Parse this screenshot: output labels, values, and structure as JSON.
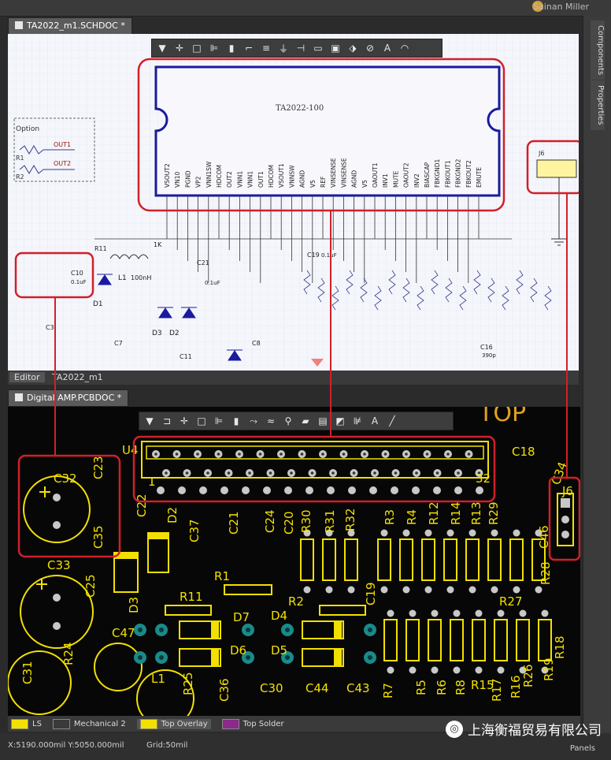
{
  "header": {
    "user_label": "Sainan Miller"
  },
  "side_tabs": [
    "Components",
    "Properties"
  ],
  "schematic": {
    "tab_label": "TA2022_m1.SCHDOC *",
    "ic_label": "TA2022-100",
    "option_label": "Option",
    "option_parts": [
      "R1",
      "R2"
    ],
    "option_net1": "OUT1",
    "option_net2": "OUT2",
    "connector_label": "J6",
    "pins_top": [
      "VSOUT2",
      "VN10",
      "PGND",
      "VP2",
      "VNN1SW",
      "HDCOM",
      "OUT2",
      "VNN1",
      "VNN1",
      "OUT1",
      "HDCOM",
      "VSOUT1",
      "VNNSW",
      "AGND",
      "V5",
      "REF",
      "VINSENSE",
      "VINSENSE",
      "AGND",
      "V5",
      "OAOUT1",
      "INV1",
      "MUTE",
      "OAOUT2",
      "INV2",
      "BIASCAP",
      "FBKGND1",
      "FBKOUT1",
      "FBKGND2",
      "FBKOUT2",
      "EMUTE"
    ],
    "labels": [
      {
        "id": "r11",
        "text": "R11"
      },
      {
        "id": "d1",
        "text": "D1"
      },
      {
        "id": "l1",
        "text": "L1"
      },
      {
        "id": "l1v",
        "text": "100nH"
      },
      {
        "id": "c10",
        "text": "C10"
      },
      {
        "id": "c10v",
        "text": "0.1uF"
      },
      {
        "id": "c21",
        "text": "C21"
      },
      {
        "id": "c21v",
        "text": "0.1uF"
      },
      {
        "id": "d3",
        "text": "D3"
      },
      {
        "id": "d2",
        "text": "D2"
      },
      {
        "id": "c11",
        "text": "C11"
      },
      {
        "id": "c16",
        "text": "C16"
      },
      {
        "id": "c16v",
        "text": "390p"
      },
      {
        "id": "c19",
        "text": "C19"
      },
      {
        "id": "c19v",
        "text": "0.1uF"
      },
      {
        "id": "k1",
        "text": "1K"
      },
      {
        "id": "c3",
        "text": "C3"
      },
      {
        "id": "c7",
        "text": "C7"
      },
      {
        "id": "c8",
        "text": "C8"
      }
    ],
    "status_tabs": [
      "Editor",
      "TA2022_m1"
    ]
  },
  "pcb": {
    "tab_label": "Digital AMP.PCBDOC *",
    "top_text": "TOP",
    "designators": [
      {
        "id": "u4",
        "text": "U4"
      },
      {
        "id": "p1",
        "text": "1"
      },
      {
        "id": "p32",
        "text": "32"
      },
      {
        "id": "c32",
        "text": "C32"
      },
      {
        "id": "c23",
        "text": "C23"
      },
      {
        "id": "c22",
        "text": "C22"
      },
      {
        "id": "c35",
        "text": "C35"
      },
      {
        "id": "c33",
        "text": "C33"
      },
      {
        "id": "c25",
        "text": "C25"
      },
      {
        "id": "d3",
        "text": "D3"
      },
      {
        "id": "d2",
        "text": "D2"
      },
      {
        "id": "c37",
        "text": "C37"
      },
      {
        "id": "c21",
        "text": "C21"
      },
      {
        "id": "c24",
        "text": "C24"
      },
      {
        "id": "c20",
        "text": "C20"
      },
      {
        "id": "r30",
        "text": "R30"
      },
      {
        "id": "r31",
        "text": "R31"
      },
      {
        "id": "r32",
        "text": "R32"
      },
      {
        "id": "r3",
        "text": "R3"
      },
      {
        "id": "r4",
        "text": "R4"
      },
      {
        "id": "r12",
        "text": "R12"
      },
      {
        "id": "r14",
        "text": "R14"
      },
      {
        "id": "r13",
        "text": "R13"
      },
      {
        "id": "r29",
        "text": "R29"
      },
      {
        "id": "c18",
        "text": "C18"
      },
      {
        "id": "c34",
        "text": "C34"
      },
      {
        "id": "j6",
        "text": "J6"
      },
      {
        "id": "c46",
        "text": "C46"
      },
      {
        "id": "r28",
        "text": "R28"
      },
      {
        "id": "r1",
        "text": "R1"
      },
      {
        "id": "r11",
        "text": "R11"
      },
      {
        "id": "r2",
        "text": "R2"
      },
      {
        "id": "c19",
        "text": "C19"
      },
      {
        "id": "r27",
        "text": "R27"
      },
      {
        "id": "d7",
        "text": "D7"
      },
      {
        "id": "d4",
        "text": "D4"
      },
      {
        "id": "c47",
        "text": "C47"
      },
      {
        "id": "d6",
        "text": "D6"
      },
      {
        "id": "d5",
        "text": "D5"
      },
      {
        "id": "r18",
        "text": "R18"
      },
      {
        "id": "r24",
        "text": "R24"
      },
      {
        "id": "c31",
        "text": "C31"
      },
      {
        "id": "l1",
        "text": "L1"
      },
      {
        "id": "r25",
        "text": "R25"
      },
      {
        "id": "c36",
        "text": "C36"
      },
      {
        "id": "c30",
        "text": "C30"
      },
      {
        "id": "c44",
        "text": "C44"
      },
      {
        "id": "c43",
        "text": "C43"
      },
      {
        "id": "r7",
        "text": "R7"
      },
      {
        "id": "r5",
        "text": "R5"
      },
      {
        "id": "r6",
        "text": "R6"
      },
      {
        "id": "r8",
        "text": "R8"
      },
      {
        "id": "r15",
        "text": "R15"
      },
      {
        "id": "r17",
        "text": "R17"
      },
      {
        "id": "r16",
        "text": "R16"
      },
      {
        "id": "r26",
        "text": "R26"
      },
      {
        "id": "r19",
        "text": "R19"
      }
    ]
  },
  "layers": [
    {
      "name": "LS",
      "color": "#f2e000"
    },
    {
      "name": "Mechanical 2",
      "color": "#3a3a3a"
    },
    {
      "name": "Top Overlay",
      "color": "#f2e000"
    },
    {
      "name": "Top Solder",
      "color": "#8a2a8a"
    }
  ],
  "status_bar": {
    "coords": "X:5190.000mil Y:5050.000mil",
    "grid": "Grid:50mil",
    "panels": "Panels"
  },
  "watermark": "上海衡福贸易有限公司",
  "colors": {
    "highlight": "#d0202a",
    "silkscreen": "#f2e000",
    "pad": "#c8c8c8",
    "via": "#1a8a8a",
    "schematic_bg": "#f4f6fb",
    "ic_border": "#1a1aa0"
  }
}
